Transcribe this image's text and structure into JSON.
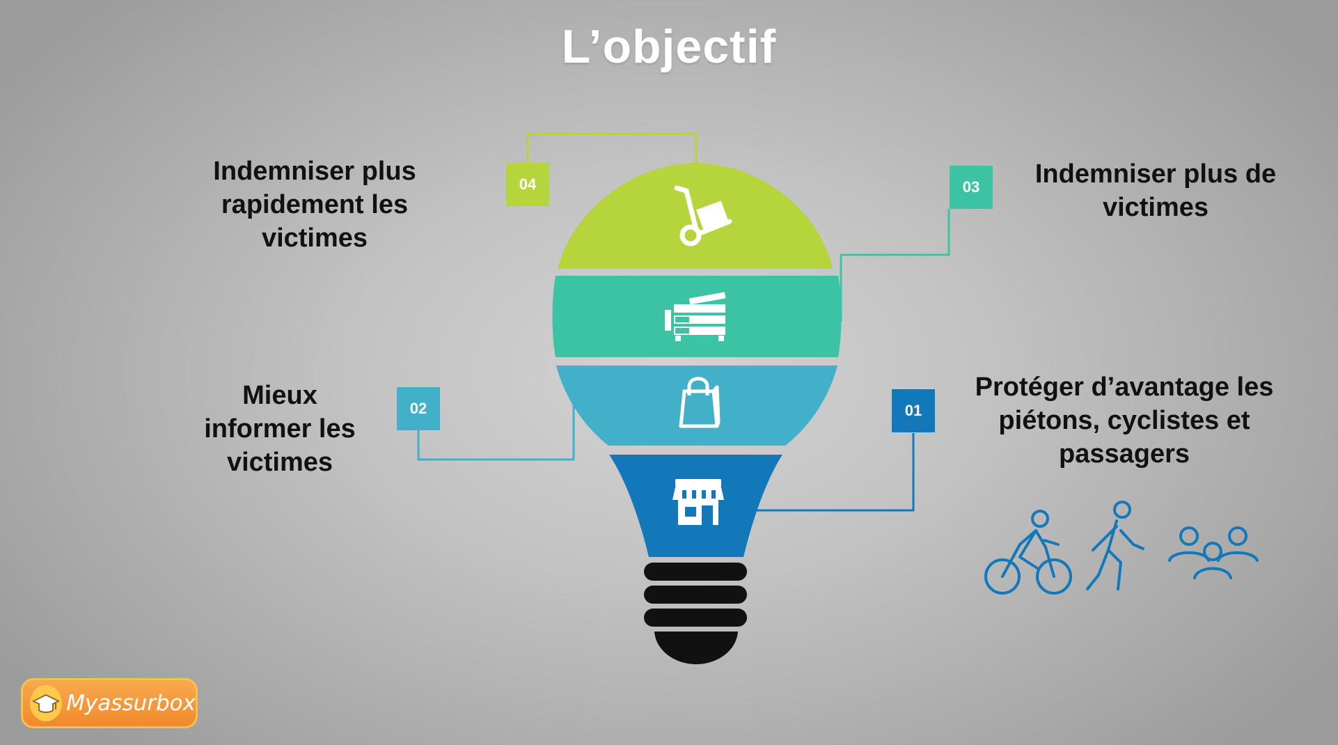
{
  "title": "L’objectif",
  "items": [
    {
      "number": "01",
      "label": "Protéger d’avantage les\npiétons, cyclistes et\npassagers",
      "color": "#1378ba",
      "icon": "shop-icon"
    },
    {
      "number": "02",
      "label": "Mieux\ninformer les\nvictimes",
      "color": "#42b0c9",
      "icon": "shopping-bag-icon"
    },
    {
      "number": "03",
      "label": "Indemniser plus de\nvictimes",
      "color": "#3cc3a4",
      "icon": "printer-icon"
    },
    {
      "number": "04",
      "label": "Indemniser plus\nrapidement les\nvictimes",
      "color": "#b6d43b",
      "icon": "hand-truck-icon"
    }
  ],
  "road_user_icons": [
    "cyclist-icon",
    "pedestrian-icon",
    "group-icon"
  ],
  "logo": {
    "text": "Myassurbox"
  },
  "colors": {
    "text_title": "#ffffff",
    "base": "#111111",
    "icon_outline": "#1378ba"
  }
}
